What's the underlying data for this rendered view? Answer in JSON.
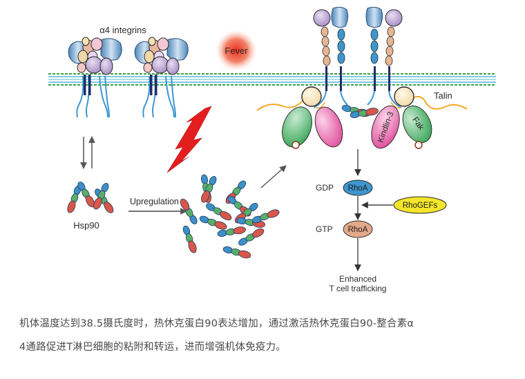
{
  "figure": {
    "labels": {
      "integrins": "α4 integrins",
      "fever": "Fever",
      "talin": "Talin",
      "kindlin": "Kindlin-3",
      "fak": "Fak",
      "hsp90": "Hsp90",
      "upregulation": "Upregulation",
      "gdp": "GDP",
      "gtp": "GTP",
      "rhoa_gdp": "RhoA",
      "rhoa_gtp": "RhoA",
      "rhogefs": "RhoGEFs",
      "enhanced": "Enhanced",
      "t_cell_trafficking": "T cell trafficking"
    },
    "colors": {
      "membrane_green": "#3aa041",
      "membrane_blue": "#7ec8e3",
      "lightning": "#e41e1e",
      "fever_glow": "#ef3d2a",
      "rhoa_gdp_fill": "#3d96cf",
      "rhoa_gtp_fill": "#e4a88a",
      "rhogefs_fill": "#f3e52a",
      "kindlin_fill": "#e8529a",
      "fak_fill": "#3db35c",
      "talin_line": "#f7a823",
      "hsp90_red": "#d8564a",
      "hsp90_green": "#5aae6a",
      "hsp90_blue": "#3d8fc8"
    }
  },
  "caption": {
    "line1": "机体温度达到38.5摄氏度时，热休克蛋白90表达增加，通过激活热休克蛋白90-整合素α",
    "line2": "4通路促进T淋巴细胞的粘附和转运，进而增强机体免疫力。"
  }
}
